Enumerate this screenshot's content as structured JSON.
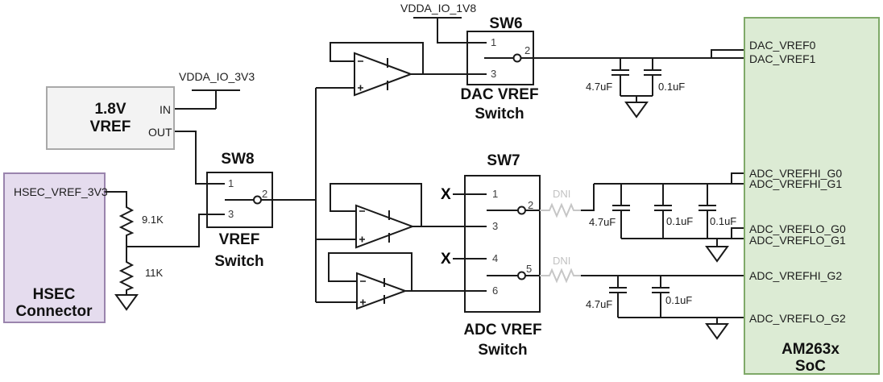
{
  "power": {
    "rail_3v3": "VDDA_IO_3V3",
    "rail_1v8": "VDDA_IO_1V8"
  },
  "regulator": {
    "title_line1": "1.8V",
    "title_line2": "VREF",
    "pin_in": "IN",
    "pin_out": "OUT"
  },
  "hsec": {
    "net_label": "HSEC_VREF_3V3",
    "title_line1": "HSEC",
    "title_line2": "Connector"
  },
  "divider": {
    "r_top": "9.1K",
    "r_bottom": "11K"
  },
  "sw8": {
    "refdes": "SW8",
    "title_line1": "VREF",
    "title_line2": "Switch",
    "pin1": "1",
    "pin2": "2",
    "pin3": "3"
  },
  "sw6": {
    "refdes": "SW6",
    "title_line1": "DAC VREF",
    "title_line2": "Switch",
    "pin1": "1",
    "pin2": "2",
    "pin3": "3"
  },
  "sw7": {
    "refdes": "SW7",
    "title_line1": "ADC VREF",
    "title_line2": "Switch",
    "pin1": "1",
    "pin2": "2",
    "pin3": "3",
    "pin4": "4",
    "pin5": "5",
    "pin6": "6"
  },
  "dni": {
    "label1": "DNI",
    "label2": "DNI"
  },
  "no_connect": {
    "mark": "X"
  },
  "caps": {
    "dac_c1": "4.7uF",
    "dac_c2": "0.1uF",
    "g01_c1": "4.7uF",
    "g01_c2": "0.1uF",
    "g01_c3": "0.1uF",
    "g2_c1": "4.7uF",
    "g2_c2": "0.1uF"
  },
  "soc": {
    "title_line1": "AM263x",
    "title_line2": "SoC",
    "pins": [
      "DAC_VREF0",
      "DAC_VREF1",
      "ADC_VREFHI_G0",
      "ADC_VREFHI_G1",
      "ADC_VREFLO_G0",
      "ADC_VREFLO_G1",
      "ADC_VREFHI_G2",
      "ADC_VREFLO_G2"
    ]
  },
  "colors": {
    "hsec_fill": "#e5dcee",
    "hsec_border": "#9a84ad",
    "regulator_fill": "#f3f3f3",
    "regulator_border": "#a9a9a9",
    "soc_fill": "#dcebd4",
    "soc_border": "#7fa968",
    "wire": "#1a1a1a",
    "dni_gray": "#c6c6c6"
  }
}
